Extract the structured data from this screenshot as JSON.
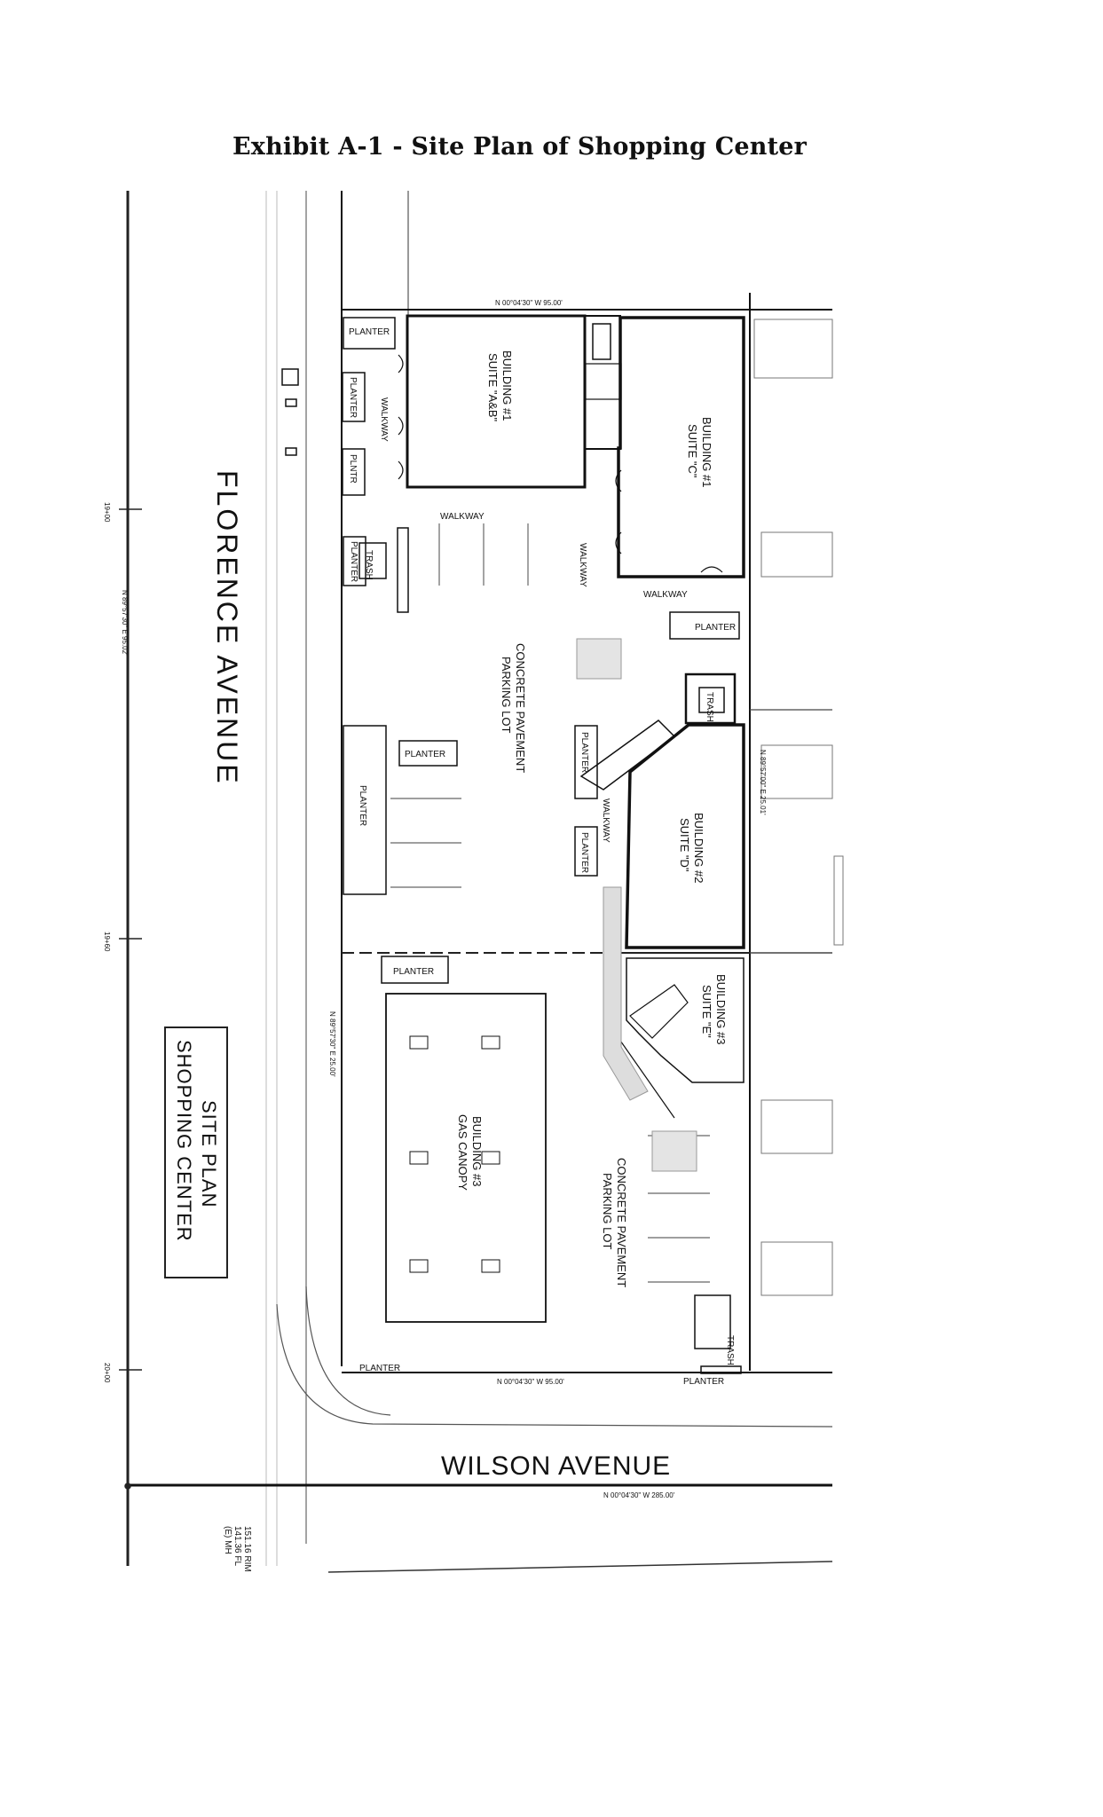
{
  "title": "Exhibit A-1 - Site Plan of Shopping Center",
  "streets": {
    "florence": "FLORENCE AVENUE",
    "wilson": "WILSON AVENUE"
  },
  "stamp": {
    "line1": "SITE PLAN",
    "line2": "SHOPPING CENTER"
  },
  "buildings": {
    "b1_ab": {
      "line1": "BUILDING #1",
      "line2": "SUITE \"A&B\""
    },
    "b1_c": {
      "line1": "BUILDING #1",
      "line2": "SUITE \"C\""
    },
    "b2_d": {
      "line1": "BUILDING #2",
      "line2": "SUITE \"D\""
    },
    "b3_e": {
      "line1": "BUILDING #3",
      "line2": "SUITE \"E\""
    },
    "b3_canopy": {
      "line1": "BUILDING #3",
      "line2": "GAS CANOPY"
    }
  },
  "lots": {
    "north": {
      "line1": "CONCRETE PAVEMENT",
      "line2": "PARKING LOT"
    },
    "south": {
      "line1": "CONCRETE PAVEMENT",
      "line2": "PARKING LOT"
    }
  },
  "labels": {
    "planter": "PLANTER",
    "plntr": "PLNTR",
    "walkway": "WALKWAY",
    "trash": "TRASH"
  },
  "bearings": {
    "north_line": "N 00°04'30\" W 95.00'",
    "south_line": "N 00°04'30\" W 95.00'",
    "wilson_line": "N 00°04'30\" W 285.00'",
    "west_line": "N 89°57'30\" E 25.00'",
    "mid_line": "N 89°57'30\" E 95.02'",
    "east_line": "N 89°57'00\" E 25.01'"
  },
  "stations": {
    "s1": "19+00",
    "s2": "19+60",
    "s3": "20+00"
  },
  "benchmark": {
    "line1": "151.16 RIM",
    "line2": "141.36 FL",
    "line3": "(E) MH"
  }
}
